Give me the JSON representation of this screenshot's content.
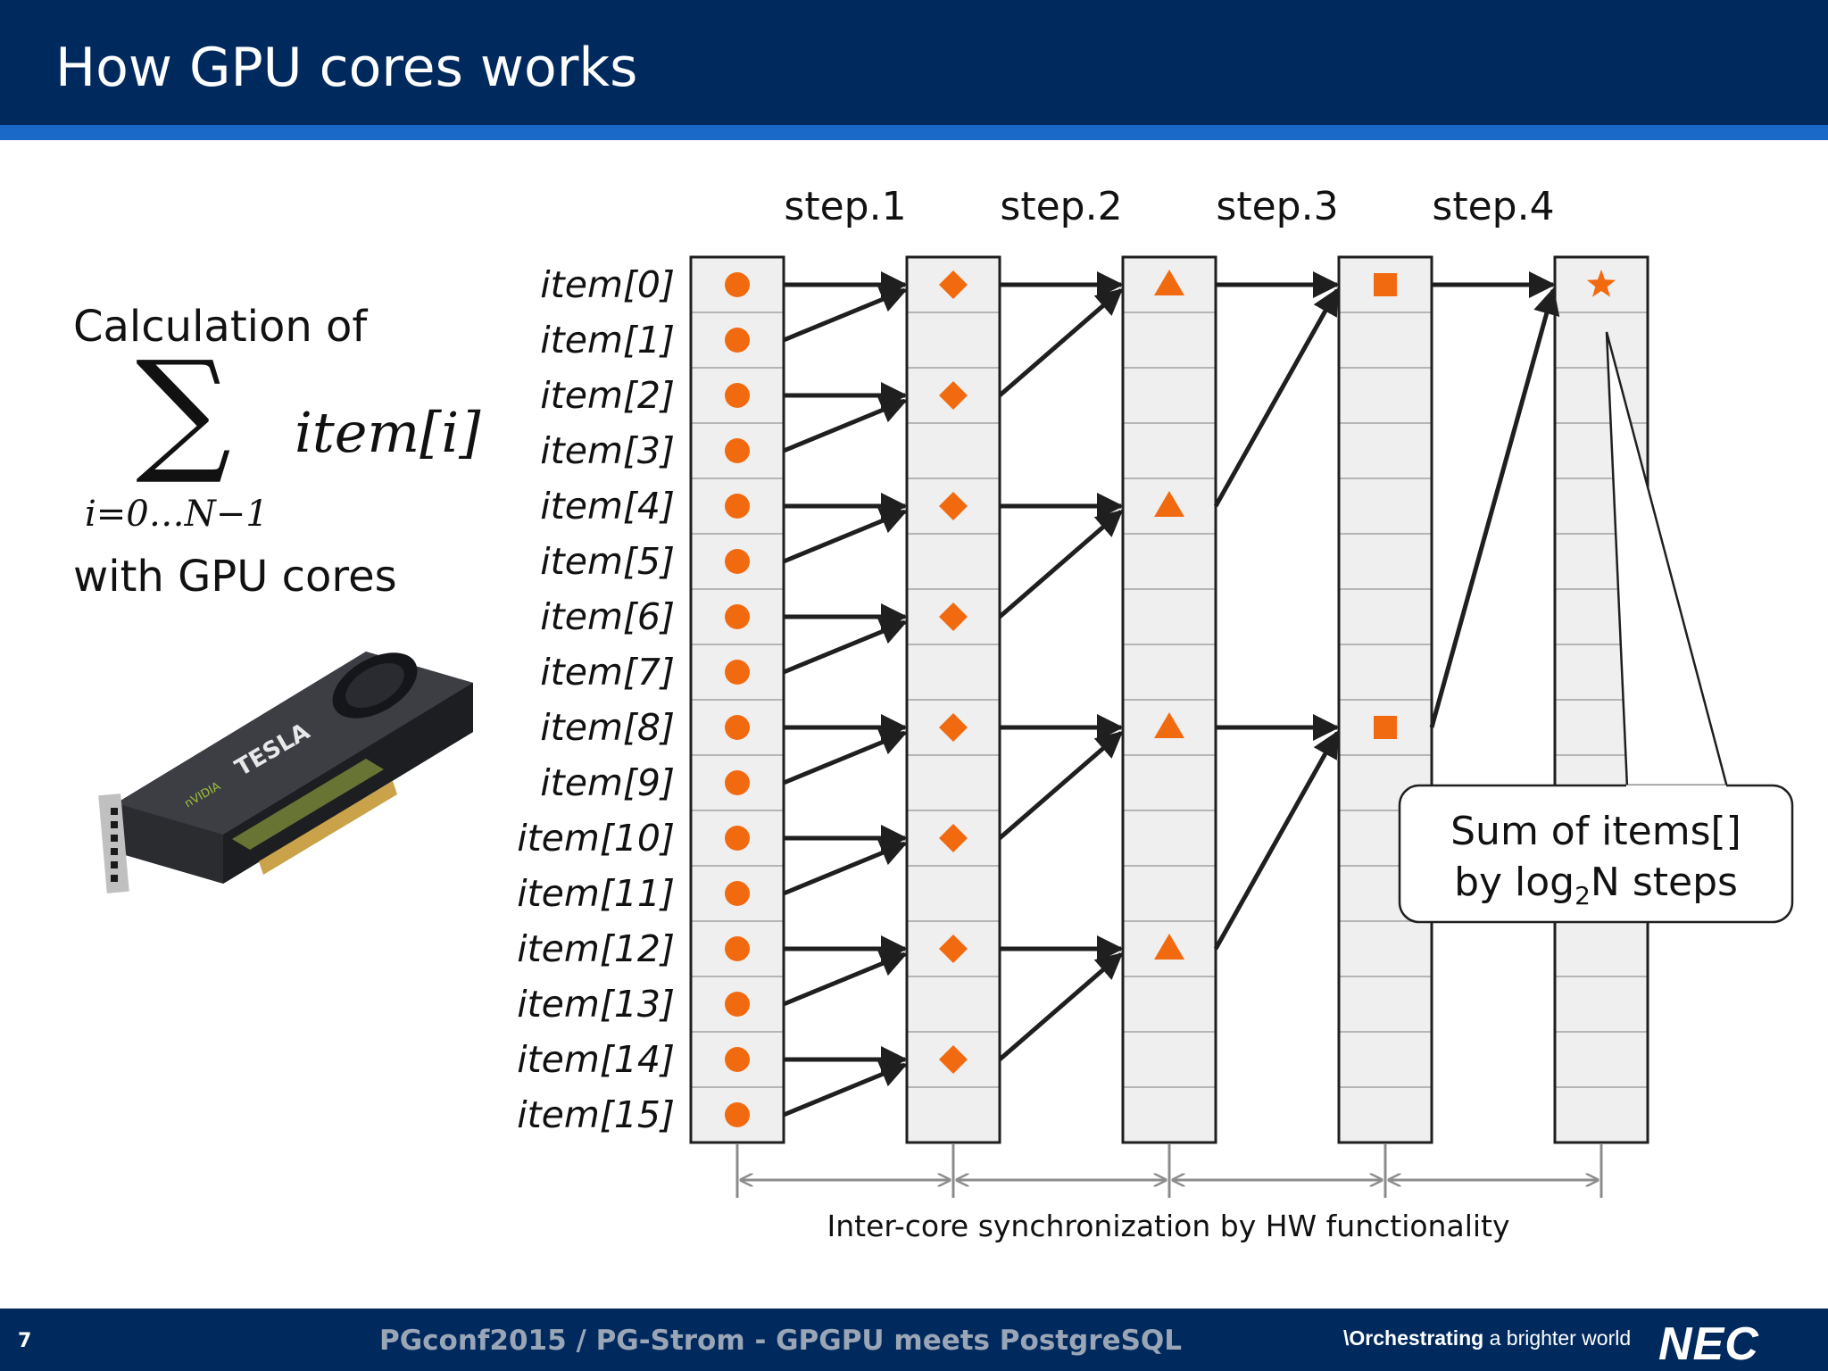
{
  "slide": {
    "title": "How GPU cores works",
    "page_number": "7",
    "footer_text": "PGconf2015 / PG-Strom - GPGPU meets PostgreSQL",
    "tagline_bold": "\\Orchestrating",
    "tagline_rest": " a brighter world",
    "logo_text": "NEC"
  },
  "calculation": {
    "line1": "Calculation of",
    "sum_term": "item[i]",
    "sum_range": "i=0…N−1",
    "line2": "with GPU cores"
  },
  "diagram": {
    "steps": [
      "step.1",
      "step.2",
      "step.3",
      "step.4"
    ],
    "items": [
      "item[0]",
      "item[1]",
      "item[2]",
      "item[3]",
      "item[4]",
      "item[5]",
      "item[6]",
      "item[7]",
      "item[8]",
      "item[9]",
      "item[10]",
      "item[11]",
      "item[12]",
      "item[13]",
      "item[14]",
      "item[15]"
    ],
    "column_markers": [
      "circle-icon",
      "diamond-icon",
      "triangle-icon",
      "square-icon",
      "star-icon"
    ],
    "marker_color": "#f26a10",
    "sync_label": "Inter-core synchronization by HW functionality",
    "callout_line1": "Sum of items[]",
    "callout_line2_prefix": "by log",
    "callout_line2_sub": "2",
    "callout_line2_suffix": "N steps"
  },
  "colors": {
    "header": "#002a5e",
    "header_band": "#1a68c7",
    "marker": "#f26a10"
  }
}
